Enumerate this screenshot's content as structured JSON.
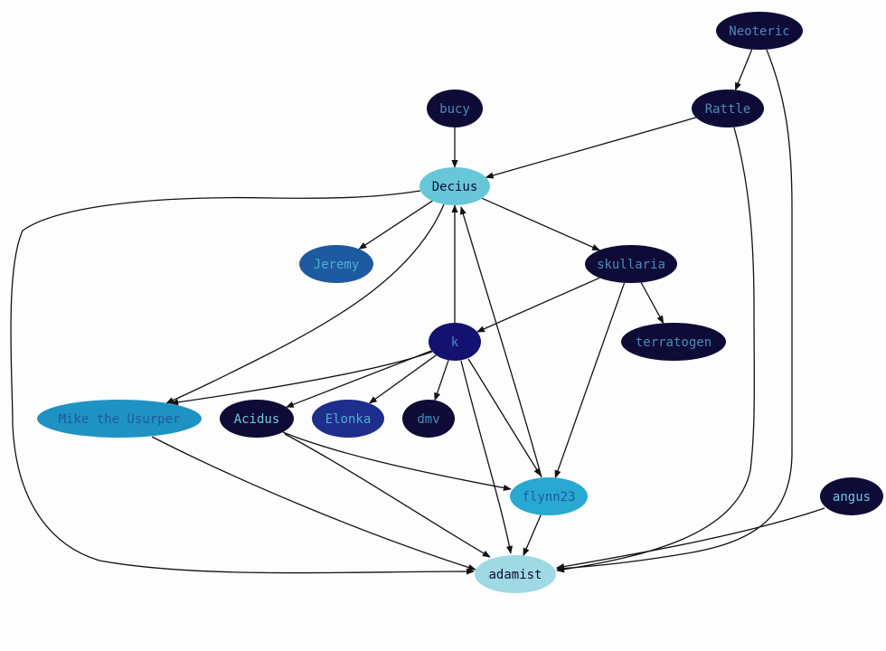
{
  "graph": {
    "nodes": [
      {
        "id": "neoteric",
        "label": "Neoteric",
        "fill": "#0e0b36",
        "text": "#4a8bbd"
      },
      {
        "id": "rattle",
        "label": "Rattle",
        "fill": "#0e0b36",
        "text": "#4a8bbd"
      },
      {
        "id": "bucy",
        "label": "bucy",
        "fill": "#0e0b36",
        "text": "#4a8bbd"
      },
      {
        "id": "decius",
        "label": "Decius",
        "fill": "#68c6d9",
        "text": "#0e0b36"
      },
      {
        "id": "jeremy",
        "label": "Jeremy",
        "fill": "#1e5aa0",
        "text": "#4ab0d0"
      },
      {
        "id": "skullaria",
        "label": "skullaria",
        "fill": "#0e0b36",
        "text": "#4a8bbd"
      },
      {
        "id": "terratogen",
        "label": "terratogen",
        "fill": "#0e0b36",
        "text": "#4a8bbd"
      },
      {
        "id": "k",
        "label": "k",
        "fill": "#141270",
        "text": "#4a8bbd"
      },
      {
        "id": "mike",
        "label": "Mike the Usurper",
        "fill": "#1f92c4",
        "text": "#1e5aa0"
      },
      {
        "id": "acidus",
        "label": "Acidus",
        "fill": "#0e0b36",
        "text": "#6ec8dc"
      },
      {
        "id": "elonka",
        "label": "Elonka",
        "fill": "#1e2e8c",
        "text": "#4ab0d0"
      },
      {
        "id": "dmv",
        "label": "dmv",
        "fill": "#0e0b36",
        "text": "#4a8bbd"
      },
      {
        "id": "flynn23",
        "label": "flynn23",
        "fill": "#29a9d1",
        "text": "#1e5aa0"
      },
      {
        "id": "angus",
        "label": "angus",
        "fill": "#0e0b36",
        "text": "#6ec8dc"
      },
      {
        "id": "adamist",
        "label": "adamist",
        "fill": "#9fd9e3",
        "text": "#0e0b36"
      }
    ],
    "edges": [
      {
        "from": "neoteric",
        "to": "rattle"
      },
      {
        "from": "neoteric",
        "to": "adamist"
      },
      {
        "from": "rattle",
        "to": "decius"
      },
      {
        "from": "rattle",
        "to": "adamist"
      },
      {
        "from": "bucy",
        "to": "decius"
      },
      {
        "from": "decius",
        "to": "jeremy"
      },
      {
        "from": "decius",
        "to": "skullaria"
      },
      {
        "from": "decius",
        "to": "mike"
      },
      {
        "from": "decius",
        "to": "adamist"
      },
      {
        "from": "skullaria",
        "to": "terratogen"
      },
      {
        "from": "skullaria",
        "to": "k"
      },
      {
        "from": "skullaria",
        "to": "flynn23"
      },
      {
        "from": "k",
        "to": "decius"
      },
      {
        "from": "k",
        "to": "mike"
      },
      {
        "from": "k",
        "to": "acidus"
      },
      {
        "from": "k",
        "to": "elonka"
      },
      {
        "from": "k",
        "to": "dmv"
      },
      {
        "from": "k",
        "to": "flynn23"
      },
      {
        "from": "k",
        "to": "adamist"
      },
      {
        "from": "flynn23",
        "to": "decius"
      },
      {
        "from": "flynn23",
        "to": "adamist"
      },
      {
        "from": "acidus",
        "to": "flynn23"
      },
      {
        "from": "acidus",
        "to": "adamist"
      },
      {
        "from": "mike",
        "to": "adamist"
      },
      {
        "from": "angus",
        "to": "adamist"
      }
    ]
  }
}
